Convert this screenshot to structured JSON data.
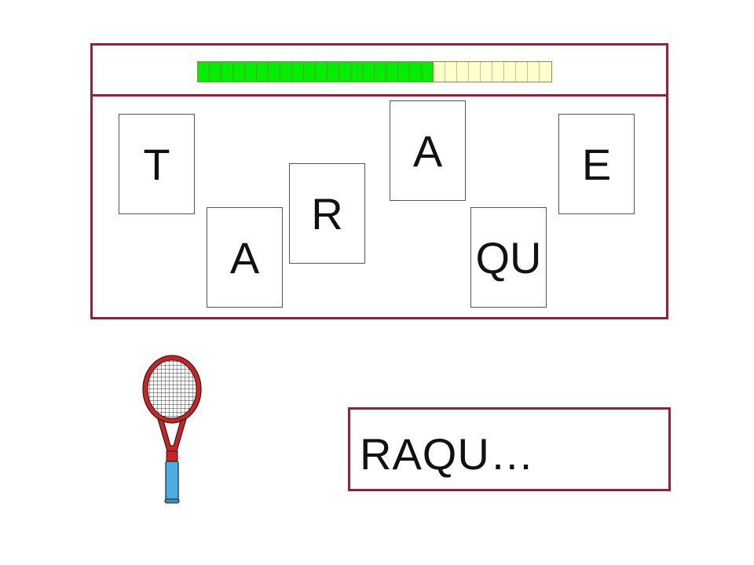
{
  "progress": {
    "filled": 20,
    "total": 30,
    "filled_color": "#00ee00",
    "empty_color": "#ffffcc"
  },
  "cards": [
    {
      "id": "t",
      "letter": "T"
    },
    {
      "id": "a1",
      "letter": "A"
    },
    {
      "id": "r",
      "letter": "R"
    },
    {
      "id": "a2",
      "letter": "A"
    },
    {
      "id": "qu",
      "letter": "QU"
    },
    {
      "id": "e",
      "letter": "E"
    }
  ],
  "answer": {
    "text": "RAQU…"
  },
  "picture": {
    "icon": "tennis-racket-icon"
  },
  "colors": {
    "border": "#9b1d3a",
    "racket_frame": "#cc2222",
    "racket_handle": "#4aaee0"
  }
}
